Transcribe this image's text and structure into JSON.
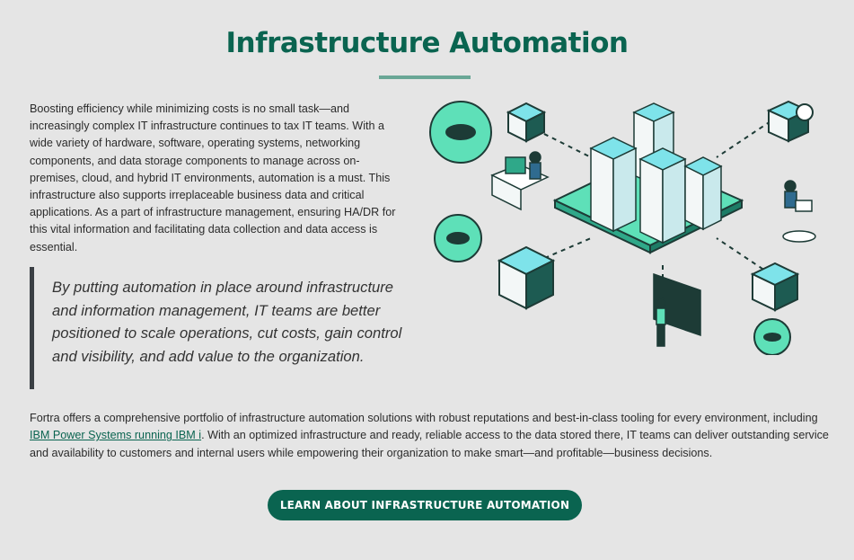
{
  "page": {
    "title": "Infrastructure Automation",
    "intro": "Boosting efficiency while minimizing costs is no small task—and increasingly complex IT infrastructure continues to tax IT teams. With a wide variety of hardware, software, operating systems, networking components, and data storage components to manage across on-premises, cloud, and hybrid IT environments, automation is a must. This infrastructure also supports irreplaceable business data and critical applications. As a part of infrastructure management, ensuring HA/DR for this vital information and facilitating data collection and data access is essential.",
    "quote": "By putting automation in place around infrastructure and information management, IT teams are better positioned to scale operations, cut costs, gain control and visibility, and add value to the organization.",
    "body_before_link": "Fortra offers a comprehensive portfolio of infrastructure automation solutions with robust reputations and best-in-class tooling for every environment, including ",
    "body_link": "IBM Power Systems running IBM i",
    "body_after_link": ". With an optimized infrastructure and ready, reliable access to the data stored there, IT teams can deliver outstanding service and availability to customers and internal users while empowering their organization to make smart—and profitable—business decisions.",
    "cta_label": "LEARN ABOUT INFRASTRUCTURE AUTOMATION"
  },
  "colors": {
    "accent": "#0a6450",
    "mint": "#5ee0b8",
    "cyan": "#7ee3ea",
    "background": "#e5e5e5"
  },
  "illustration": {
    "icons": [
      "gear-icon",
      "cube-icon",
      "building-icon",
      "person-at-desk-icon",
      "person-with-laptop-icon",
      "person-at-screen-icon"
    ]
  }
}
